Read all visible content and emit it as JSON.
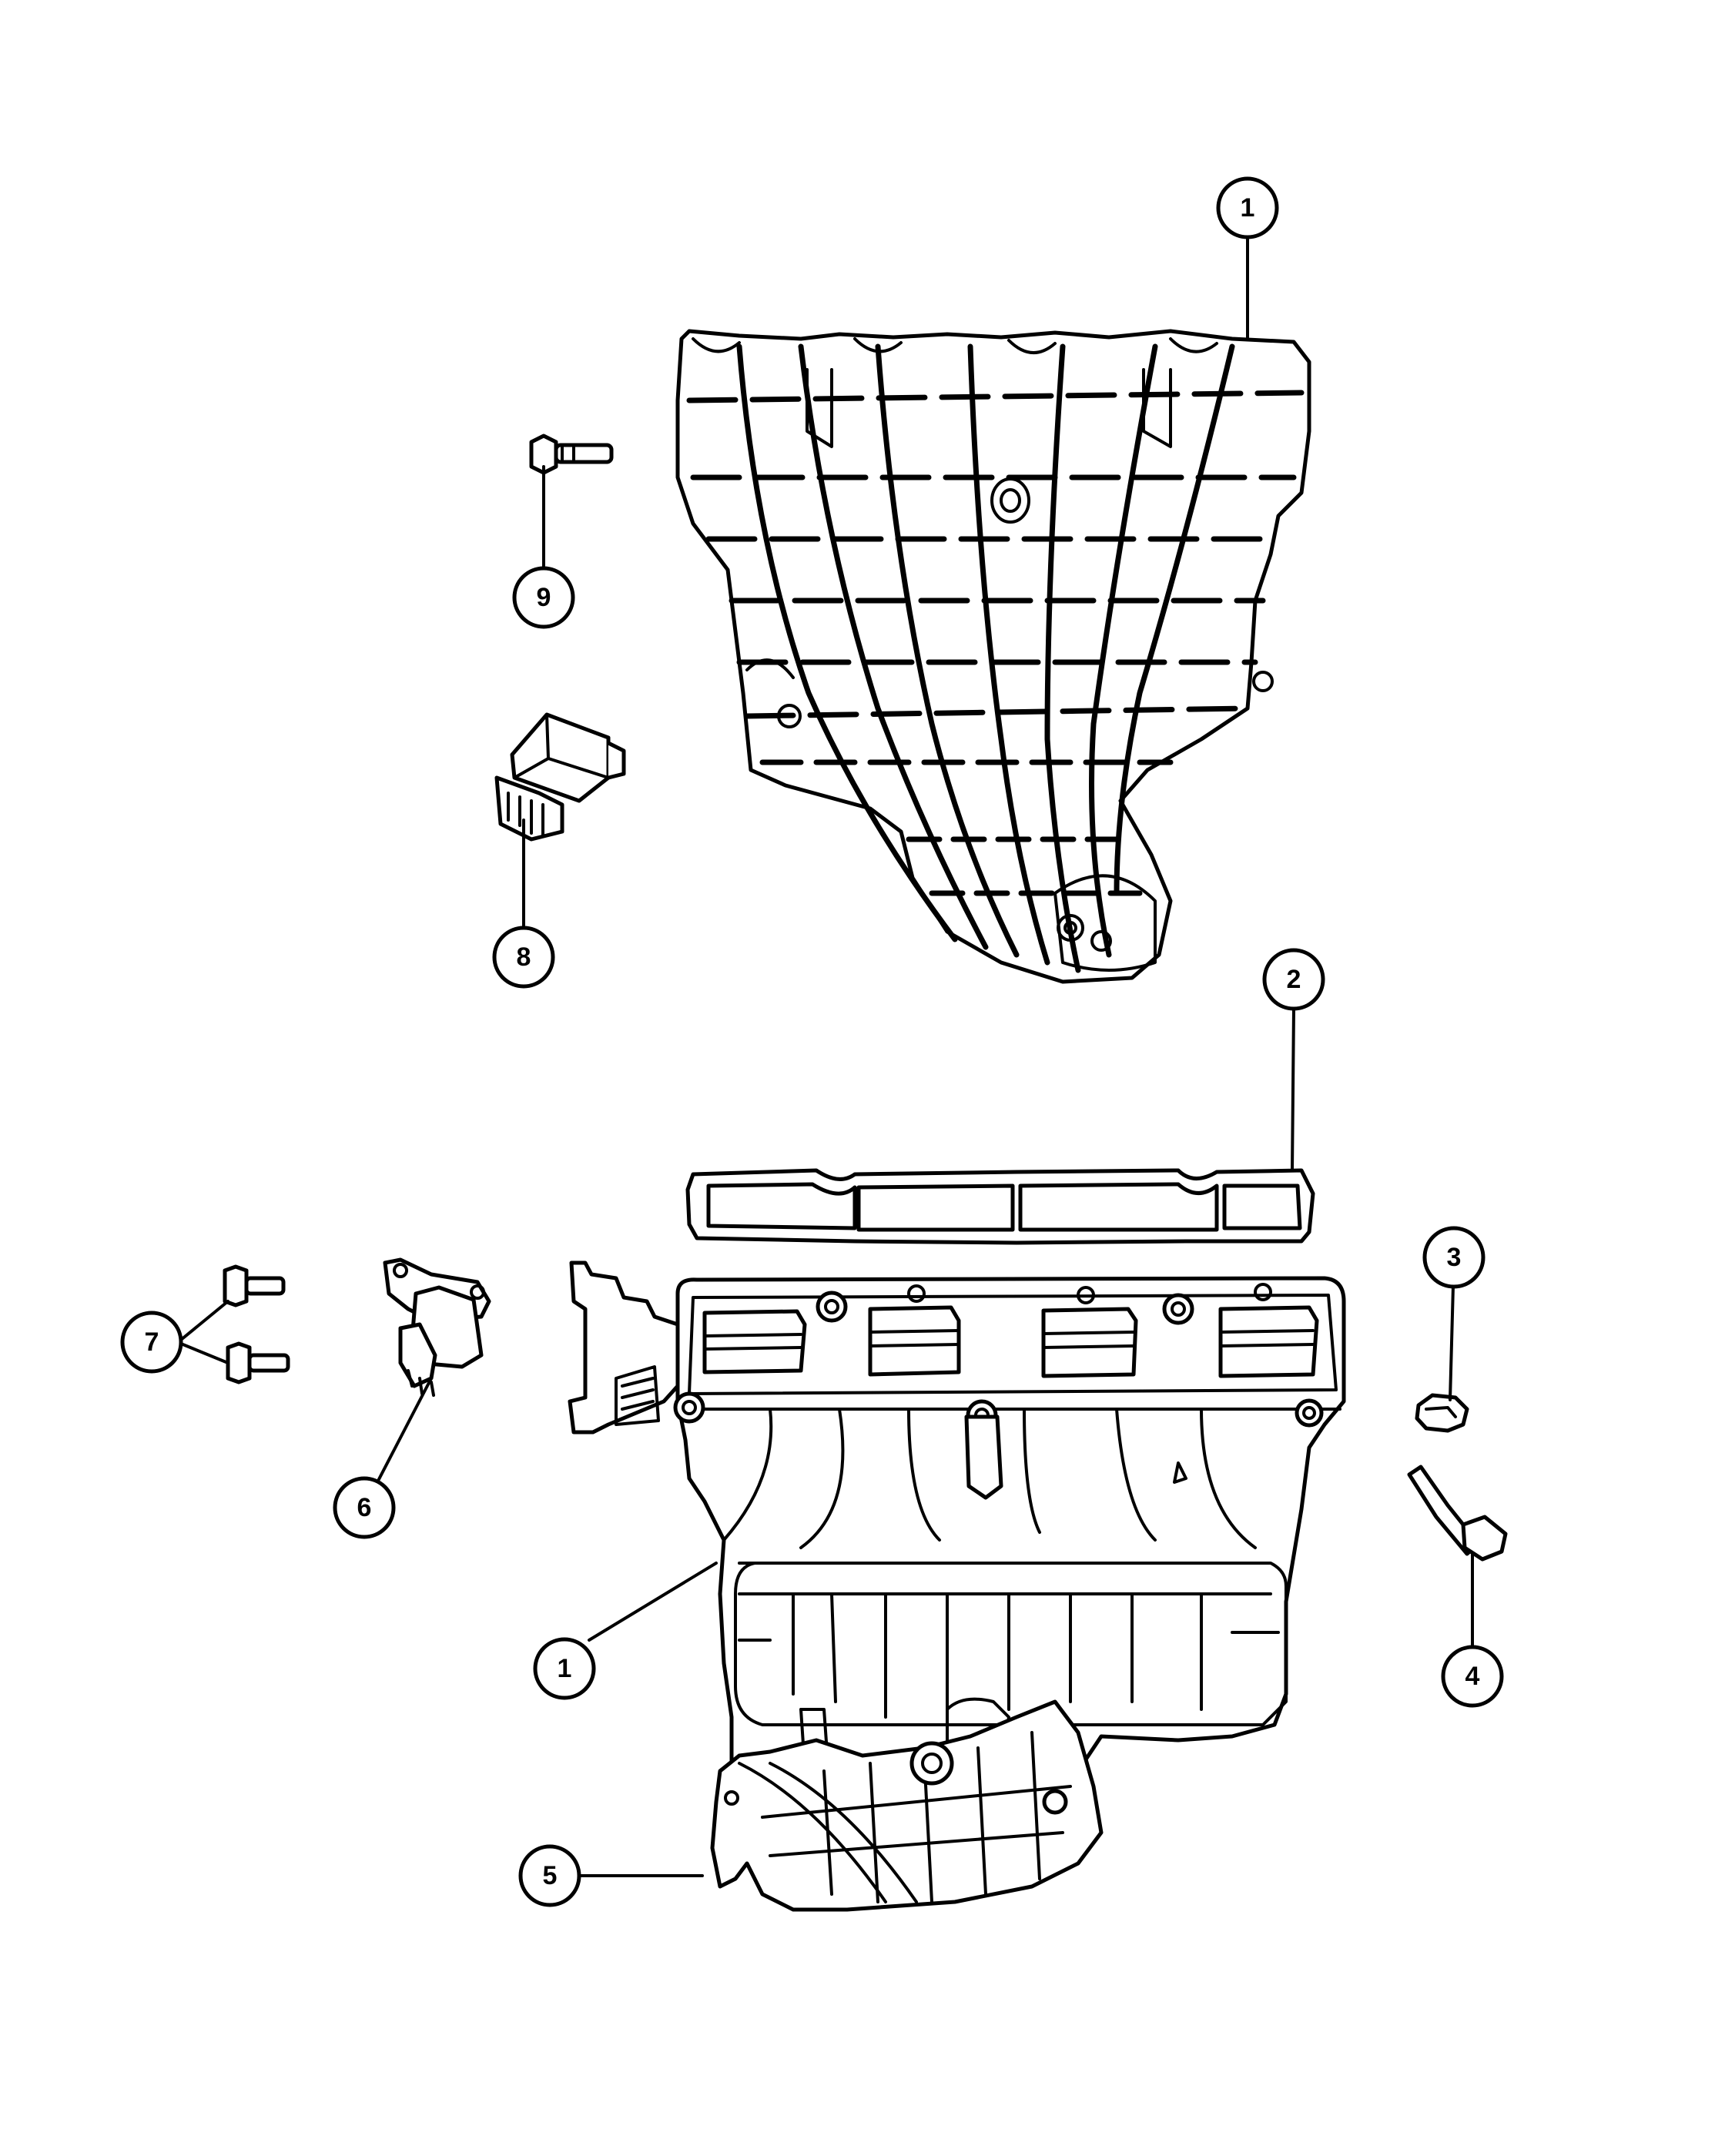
{
  "callouts": [
    {
      "id": "c1a",
      "label": "1"
    },
    {
      "id": "c2",
      "label": "2"
    },
    {
      "id": "c3",
      "label": "3"
    },
    {
      "id": "c4",
      "label": "4"
    },
    {
      "id": "c1b",
      "label": "1"
    },
    {
      "id": "c5",
      "label": "5"
    },
    {
      "id": "c6",
      "label": "6"
    },
    {
      "id": "c7",
      "label": "7"
    },
    {
      "id": "c8",
      "label": "8"
    },
    {
      "id": "c9",
      "label": "9"
    }
  ],
  "colors": {
    "line": "#000000",
    "background": "#ffffff"
  }
}
